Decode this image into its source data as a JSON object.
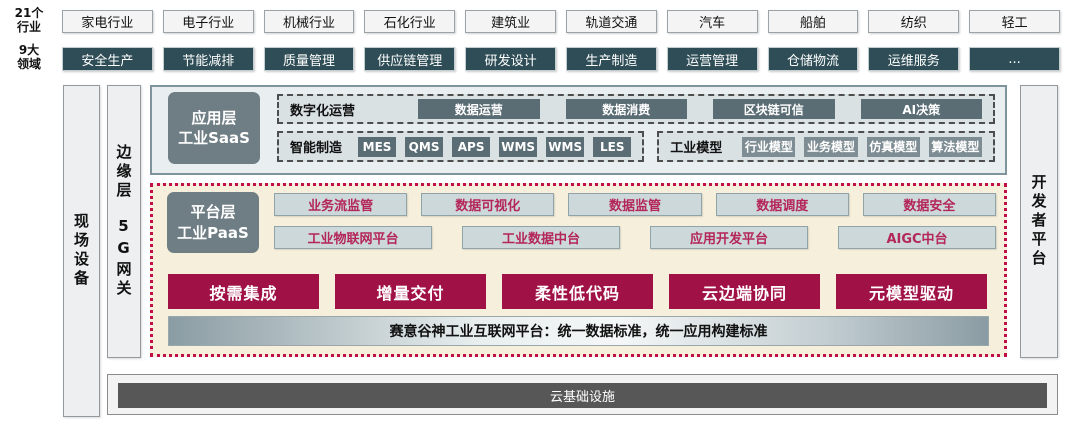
{
  "top": {
    "industries_label_line1": "21个",
    "industries_label_line2": "行业",
    "industries": [
      "家电行业",
      "电子行业",
      "机械行业",
      "石化行业",
      "建筑业",
      "轨道交通",
      "汽车",
      "船舶",
      "纺织",
      "轻工"
    ],
    "domains_label_line1": "9大",
    "domains_label_line2": "领域",
    "domains": [
      "安全生产",
      "节能减排",
      "质量管理",
      "供应链管理",
      "研发设计",
      "生产制造",
      "运营管理",
      "仓储物流",
      "运维服务",
      "..."
    ]
  },
  "left": {
    "field_devices": "现场设备",
    "edge_layer": "边缘层",
    "gateway": "5G网关"
  },
  "right": {
    "developer_platform": "开发者平台"
  },
  "saas": {
    "title_line1": "应用层",
    "title_line2": "工业SaaS",
    "digital_ops_label": "数字化运营",
    "digital_ops_items": [
      "数据运营",
      "数据消费",
      "区块链可信",
      "AI决策"
    ],
    "smart_mfg_label": "智能制造",
    "smart_mfg_items": [
      "MES",
      "QMS",
      "APS",
      "WMS",
      "WMS",
      "LES"
    ],
    "industry_model_label": "工业模型",
    "industry_model_items": [
      "行业模型",
      "业务模型",
      "仿真模型",
      "算法模型"
    ]
  },
  "paas": {
    "title_line1": "平台层",
    "title_line2": "工业PaaS",
    "row1": [
      "业务流监管",
      "数据可视化",
      "数据监管",
      "数据调度",
      "数据安全"
    ],
    "row2": [
      "工业物联网平台",
      "工业数据中台",
      "应用开发平台",
      "AIGC中台"
    ],
    "capabilities": [
      "按需集成",
      "增量交付",
      "柔性低代码",
      "云边端协同",
      "元模型驱动"
    ],
    "platform_banner": "赛意谷神工业互联网平台：统一数据标准，统一应用构建标准"
  },
  "bottom": {
    "cloud_infra": "云基础设施"
  },
  "colors": {
    "domain_teal": "#2e4d56",
    "layer_slate": "#6f7e84",
    "pill_dark": "#5a6c74",
    "pill_light": "#7e8d93",
    "paas_cream": "#f6efdc",
    "paas_dotted_border": "#c00f48",
    "paas_box_fill": "#ccd8da",
    "paas_box_text": "#b42558",
    "capability_red": "#a01245",
    "cloud_gray": "#575757"
  }
}
